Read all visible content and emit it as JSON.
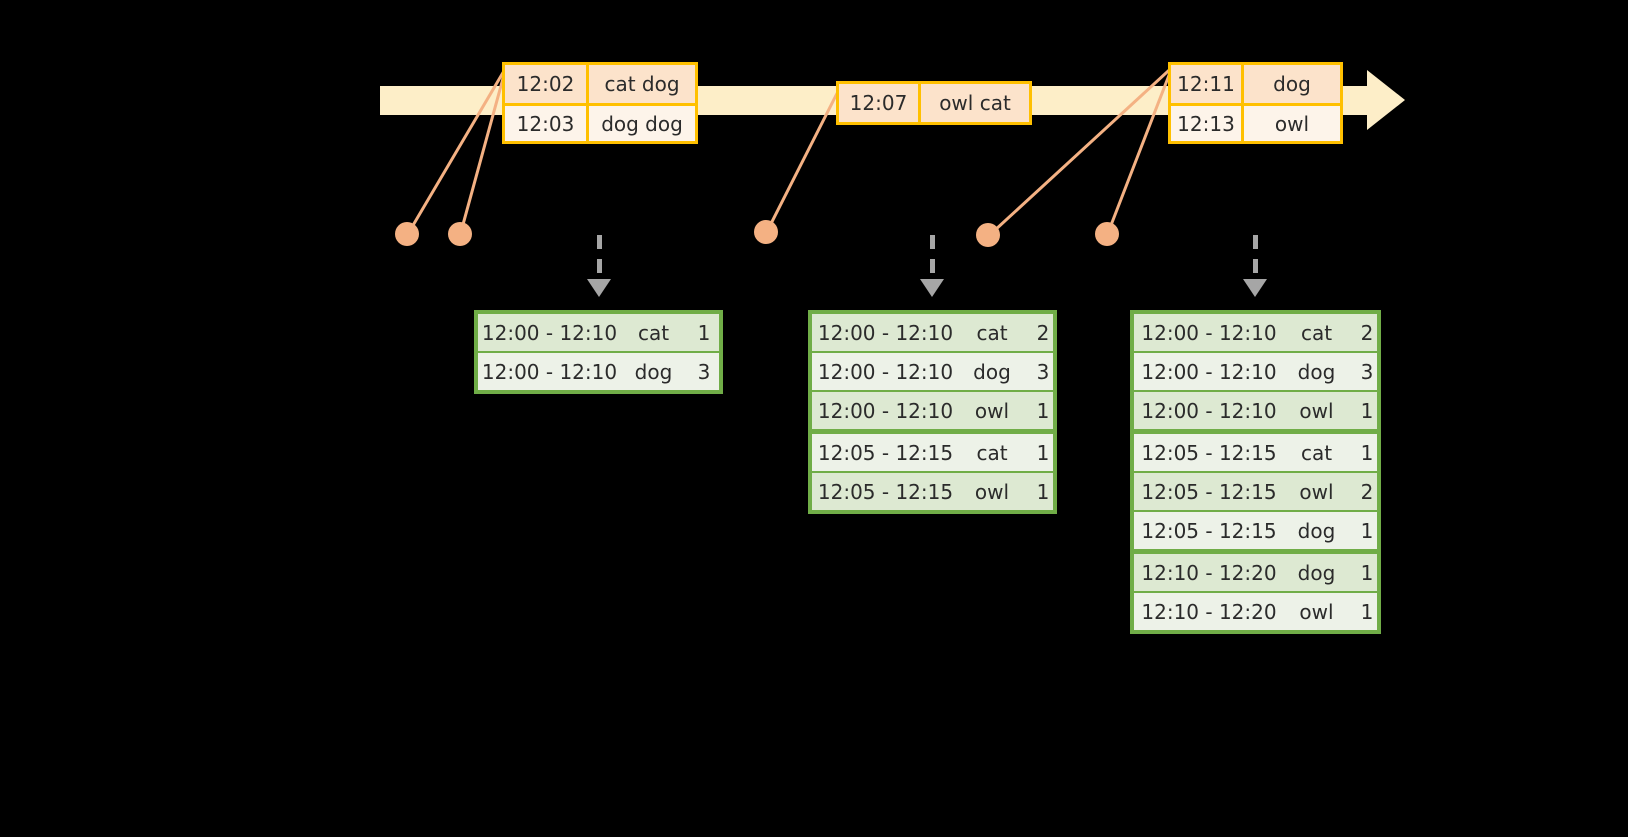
{
  "timeline": {
    "name": "event-stream-timeline",
    "bar_color": "#fdeec8",
    "arrow_color": "#fdeec8"
  },
  "event_boxes": [
    {
      "id": "ev-box-1",
      "rows": [
        {
          "time": "12:02",
          "value": "cat dog"
        },
        {
          "time": "12:03",
          "value": "dog dog"
        }
      ]
    },
    {
      "id": "ev-box-2",
      "rows": [
        {
          "time": "12:07",
          "value": "owl cat"
        }
      ]
    },
    {
      "id": "ev-box-3",
      "rows": [
        {
          "time": "12:11",
          "value": "dog"
        },
        {
          "time": "12:13",
          "value": "owl"
        }
      ]
    }
  ],
  "connectors": {
    "dot_color": "#f4b183",
    "line_color": "#f4b183",
    "count": 5
  },
  "result_tables": [
    {
      "id": "gtable-1",
      "border_color": "#70ad47",
      "rows": [
        {
          "window": "12:00 - 12:10",
          "key": "cat",
          "count": "1",
          "group": 0
        },
        {
          "window": "12:00 - 12:10",
          "key": "dog",
          "count": "3",
          "group": 0
        }
      ]
    },
    {
      "id": "gtable-2",
      "border_color": "#70ad47",
      "rows": [
        {
          "window": "12:00 - 12:10",
          "key": "cat",
          "count": "2",
          "group": 0
        },
        {
          "window": "12:00 - 12:10",
          "key": "dog",
          "count": "3",
          "group": 0
        },
        {
          "window": "12:00 - 12:10",
          "key": "owl",
          "count": "1",
          "group": 0
        },
        {
          "window": "12:05 - 12:15",
          "key": "cat",
          "count": "1",
          "group": 1
        },
        {
          "window": "12:05 - 12:15",
          "key": "owl",
          "count": "1",
          "group": 1
        }
      ]
    },
    {
      "id": "gtable-3",
      "border_color": "#70ad47",
      "rows": [
        {
          "window": "12:00 - 12:10",
          "key": "cat",
          "count": "2",
          "group": 0
        },
        {
          "window": "12:00 - 12:10",
          "key": "dog",
          "count": "3",
          "group": 0
        },
        {
          "window": "12:00 - 12:10",
          "key": "owl",
          "count": "1",
          "group": 0
        },
        {
          "window": "12:05 - 12:15",
          "key": "cat",
          "count": "1",
          "group": 1
        },
        {
          "window": "12:05 - 12:15",
          "key": "owl",
          "count": "2",
          "group": 1
        },
        {
          "window": "12:05 - 12:15",
          "key": "dog",
          "count": "1",
          "group": 1
        },
        {
          "window": "12:10 - 12:20",
          "key": "dog",
          "count": "1",
          "group": 2
        },
        {
          "window": "12:10 - 12:20",
          "key": "owl",
          "count": "1",
          "group": 2
        }
      ]
    }
  ],
  "dashed_arrows": {
    "color": "#a6a6a6",
    "count": 3
  }
}
